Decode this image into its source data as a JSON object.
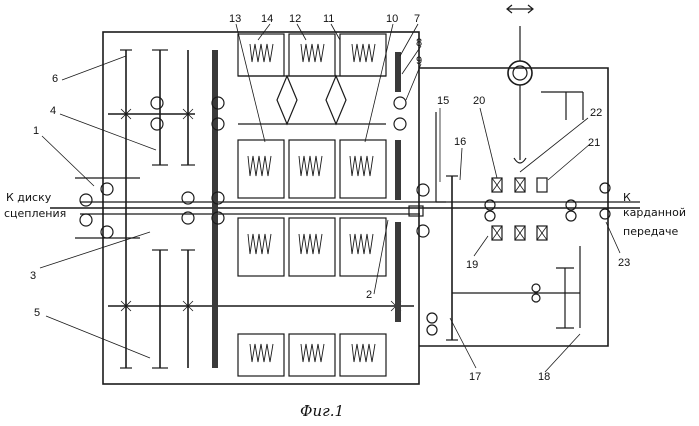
{
  "caption": "Фиг.1",
  "left_label": [
    "К диску",
    "сцепления"
  ],
  "right_label": [
    "К",
    "карданной",
    "передаче"
  ],
  "labels": {
    "n1": "1",
    "n2": "2",
    "n3": "3",
    "n4": "4",
    "n5": "5",
    "n6": "6",
    "n7": "7",
    "n8": "8",
    "n9": "9",
    "n10": "10",
    "n11": "11",
    "n12": "12",
    "n13": "13",
    "n14": "14",
    "n15": "15",
    "n16": "16",
    "n17": "17",
    "n18": "18",
    "n19": "19",
    "n20": "20",
    "n21": "21",
    "n22": "22",
    "n23": "23"
  }
}
